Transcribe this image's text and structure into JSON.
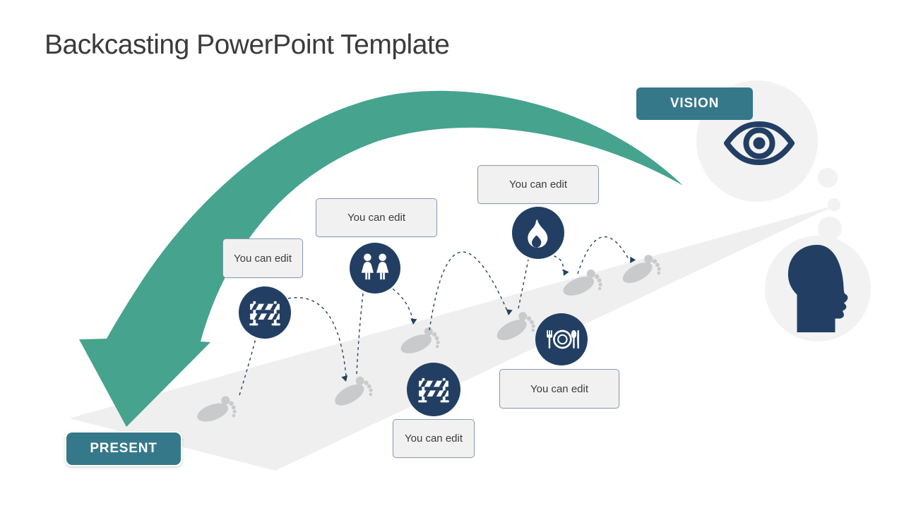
{
  "slide": {
    "title": "Backcasting PowerPoint Template",
    "start_label": "PRESENT",
    "end_label": "VISION",
    "placeholders": [
      {
        "label": "You can edit",
        "icon": "barrier-icon"
      },
      {
        "label": "You can edit",
        "icon": "people-icon"
      },
      {
        "label": "You can edit",
        "icon": "fire-icon"
      },
      {
        "label": "You can edit",
        "icon": "plate-cutlery-icon"
      },
      {
        "label": "You can edit",
        "icon": "barrier-icon"
      }
    ],
    "decor_icons": [
      "eye-icon",
      "head-icon",
      "footprints",
      "thought-bubbles"
    ],
    "colors": {
      "arrow_teal": "#45A38E",
      "button_teal": "#35788A",
      "navy": "#223F63",
      "dash_navy": "#24415F",
      "path_gray": "#EFEFEF",
      "bubble_gray": "#F2F2F3",
      "footprint_gray": "#C9CACB",
      "box_bg": "#F1F1F2",
      "box_border": "#8B99AF",
      "box_text": "#3C3C3C",
      "title_text": "#3B3B3B"
    }
  }
}
